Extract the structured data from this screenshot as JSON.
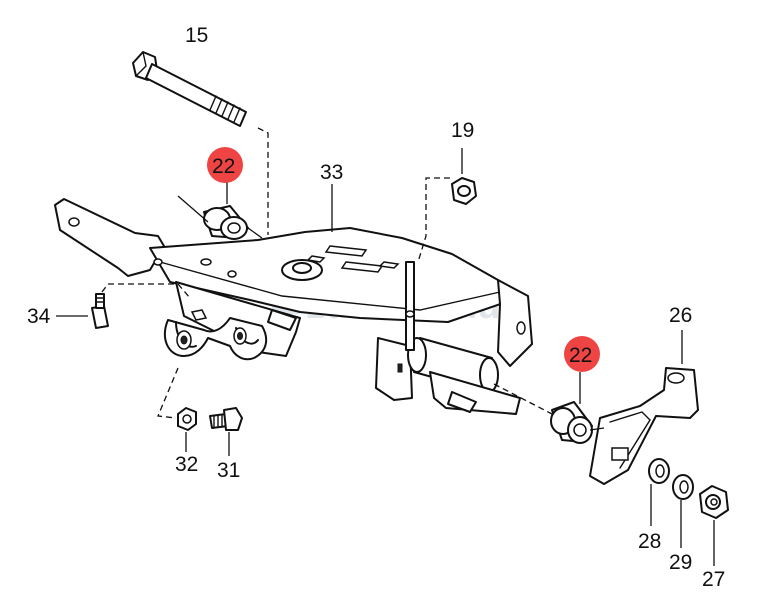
{
  "watermark": "zuki4x4.hu",
  "highlight_color": "#ef4444",
  "callouts": [
    {
      "id": "15",
      "text": "15"
    },
    {
      "id": "19",
      "text": "19"
    },
    {
      "id": "22a",
      "text": "22",
      "highlighted": true
    },
    {
      "id": "33",
      "text": "33"
    },
    {
      "id": "34",
      "text": "34"
    },
    {
      "id": "22b",
      "text": "22",
      "highlighted": true
    },
    {
      "id": "26",
      "text": "26"
    },
    {
      "id": "32",
      "text": "32"
    },
    {
      "id": "31",
      "text": "31"
    },
    {
      "id": "28",
      "text": "28"
    },
    {
      "id": "29",
      "text": "29"
    },
    {
      "id": "27",
      "text": "27"
    }
  ]
}
